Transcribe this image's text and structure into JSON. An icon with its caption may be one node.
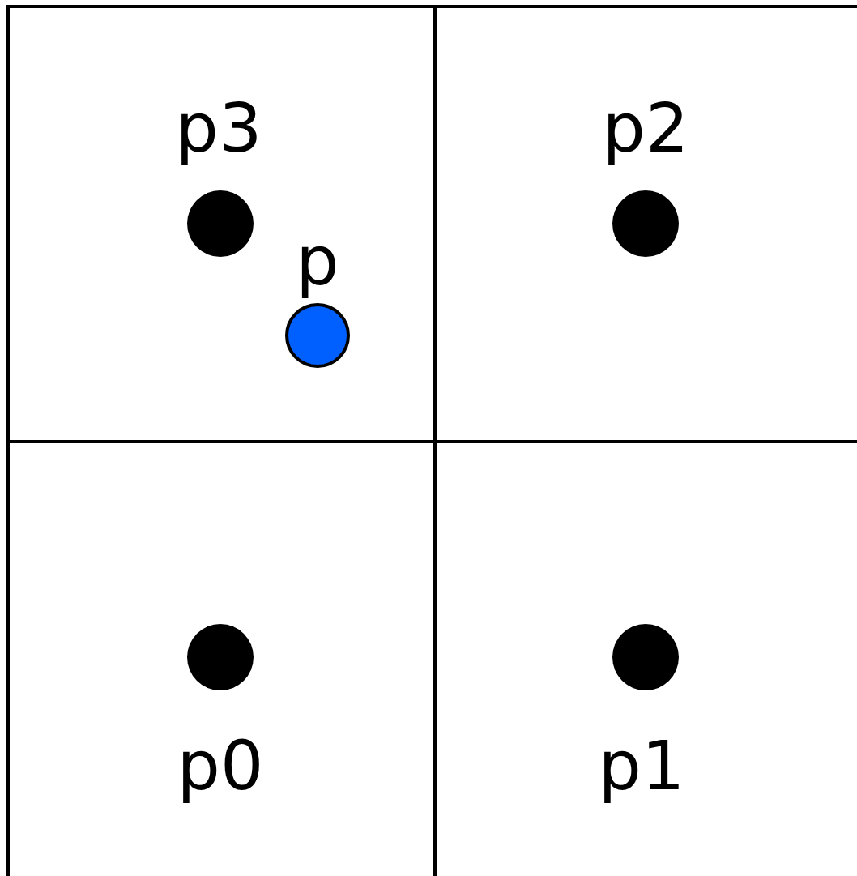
{
  "diagram": {
    "nodes": [
      {
        "text": [],
        "shape": "circle",
        "beside": [
          "p3"
        ]
      },
      {
        "text": [],
        "shape": "circle",
        "beside": [
          "p2"
        ]
      },
      {
        "text": [],
        "shape": "circle",
        "beside": [
          "p"
        ]
      },
      {
        "text": [],
        "shape": "circle",
        "beside": [
          "p0"
        ]
      },
      {
        "text": [],
        "shape": "circle",
        "beside": [
          "p1"
        ]
      }
    ]
  }
}
